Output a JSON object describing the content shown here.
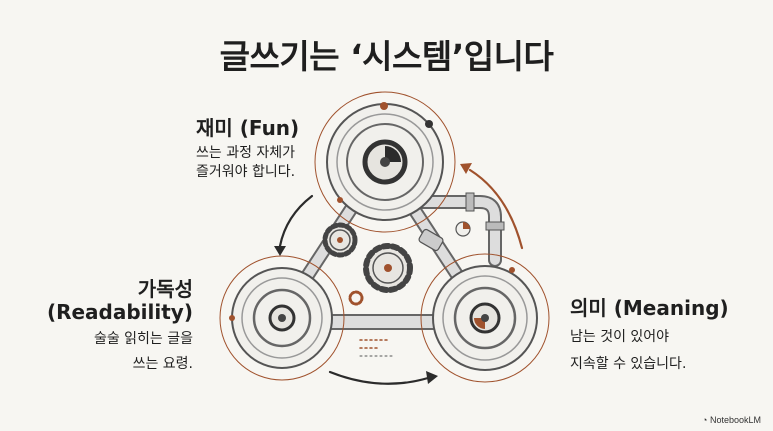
{
  "title": "글쓰기는 ‘시스템’입니다",
  "fun": {
    "heading": "재미 (Fun)",
    "line1": "쓰는 과정 자체가",
    "line2": "즐거워야 합니다."
  },
  "readability": {
    "heading1": "가독성",
    "heading2": "(Readability)",
    "line1": "술술 읽히는 글을",
    "line2": "쓰는 요령."
  },
  "meaning": {
    "heading": "의미 (Meaning)",
    "line1": "남는 것이 있어야",
    "line2": "지속할 수 있습니다."
  },
  "brand": "NotebookLM",
  "colors": {
    "accent": "#a0522d",
    "ink": "#2b2b2b",
    "background": "#f7f6f2"
  }
}
